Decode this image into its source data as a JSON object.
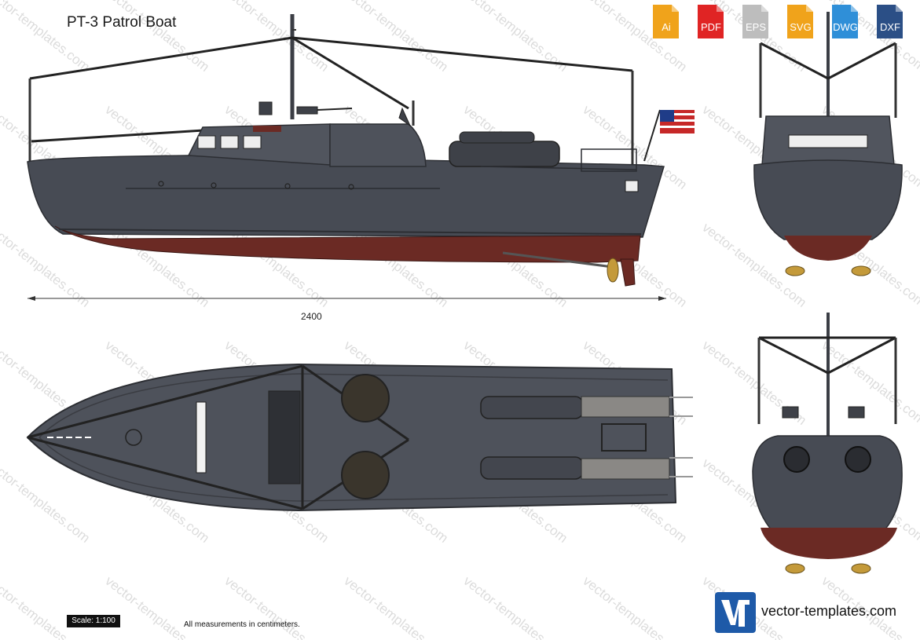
{
  "header": {
    "title": "PT-3 Patrol Boat"
  },
  "formats": [
    {
      "label": "Ai",
      "color": "#f0a31b"
    },
    {
      "label": "PDF",
      "color": "#e02424"
    },
    {
      "label": "EPS",
      "color": "#bdbdbd"
    },
    {
      "label": "SVG",
      "color": "#f0a31b"
    },
    {
      "label": "DWG",
      "color": "#2f8fd8"
    },
    {
      "label": "DXF",
      "color": "#2b4f86"
    }
  ],
  "dimension": {
    "length": "2400"
  },
  "footer": {
    "scale": "Scale: 1:100",
    "note": "All measurements in centimeters.",
    "brand": "vector-templates.com"
  },
  "watermark": {
    "text": "vector-templates.com"
  },
  "colors": {
    "hull": "#474b54",
    "bottom": "#6b2a24",
    "deck": "#4e525b"
  }
}
